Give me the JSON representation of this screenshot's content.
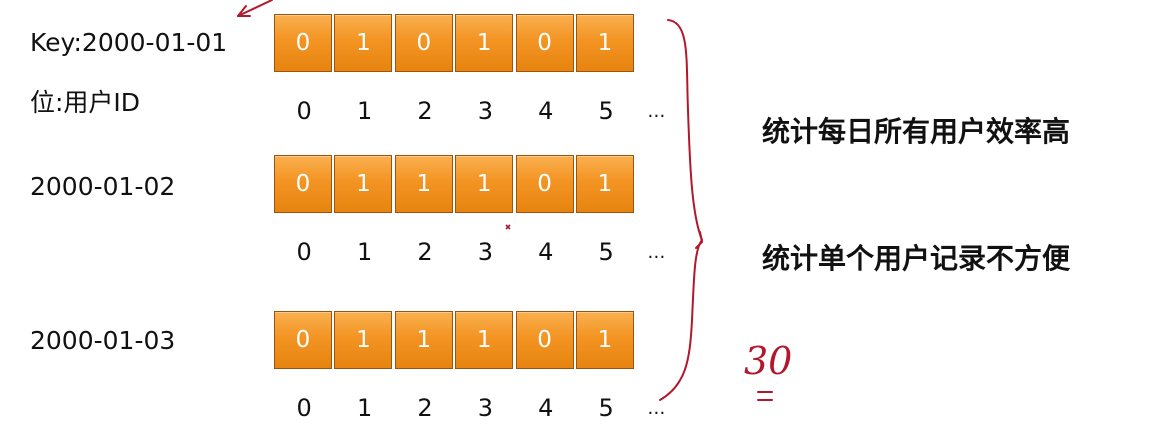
{
  "rows": [
    {
      "label": "Key:2000-01-01",
      "bits": [
        "0",
        "1",
        "0",
        "1",
        "0",
        "1"
      ],
      "indices": [
        "0",
        "1",
        "2",
        "3",
        "4",
        "5"
      ],
      "ellipsis": "…"
    },
    {
      "label": "2000-01-02",
      "bits": [
        "0",
        "1",
        "1",
        "1",
        "0",
        "1"
      ],
      "indices": [
        "0",
        "1",
        "2",
        "3",
        "4",
        "5"
      ],
      "ellipsis": "…"
    },
    {
      "label": "2000-01-03",
      "bits": [
        "0",
        "1",
        "1",
        "1",
        "0",
        "1"
      ],
      "indices": [
        "0",
        "1",
        "2",
        "3",
        "4",
        "5"
      ],
      "ellipsis": "…"
    }
  ],
  "bit_label": "位:用户ID",
  "notes": {
    "pro": "统计每日所有用户效率高",
    "con": "统计单个用户记录不方便"
  },
  "handwritten_annotation": "30",
  "colors": {
    "cell_fill": "#f39423",
    "cell_border": "#9a5310",
    "pen": "#b2182b"
  }
}
